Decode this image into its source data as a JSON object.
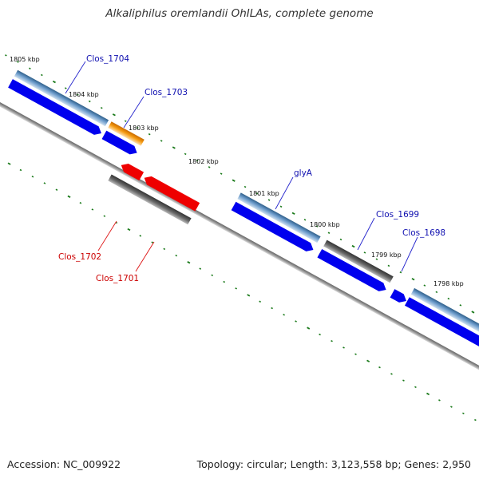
{
  "title": "Alkaliphilus oremlandii OhILAs, complete genome",
  "footer": {
    "accession": "Accession: NC_009922",
    "stats": "Topology: circular; Length: 3,123,558 bp; Genes: 2,950"
  },
  "colors": {
    "forward_gene": "#0000ee",
    "reverse_gene": "#ee0000",
    "cds_blue": "#4a7fb0",
    "cds_orange": "#f08c00",
    "cds_gray": "#555555",
    "tick_green": "#1a7a1a",
    "backbone": "#8a8a8a",
    "label_forward": "#1010b0",
    "label_reverse": "#cc0000"
  },
  "ticks": [
    {
      "label": "1805 kbp"
    },
    {
      "label": "1804 kbp"
    },
    {
      "label": "1803 kbp"
    },
    {
      "label": "1802 kbp"
    },
    {
      "label": "1801 kbp"
    },
    {
      "label": "1800 kbp"
    },
    {
      "label": "1799 kbp"
    },
    {
      "label": "1798 kbp"
    }
  ],
  "genes": [
    {
      "name": "Clos_1704",
      "strand": "forward"
    },
    {
      "name": "Clos_1703",
      "strand": "forward"
    },
    {
      "name": "Clos_1702",
      "strand": "reverse"
    },
    {
      "name": "Clos_1701",
      "strand": "reverse"
    },
    {
      "name": "glyA",
      "strand": "forward"
    },
    {
      "name": "Clos_1699",
      "strand": "forward"
    },
    {
      "name": "Clos_1698",
      "strand": "forward"
    }
  ]
}
